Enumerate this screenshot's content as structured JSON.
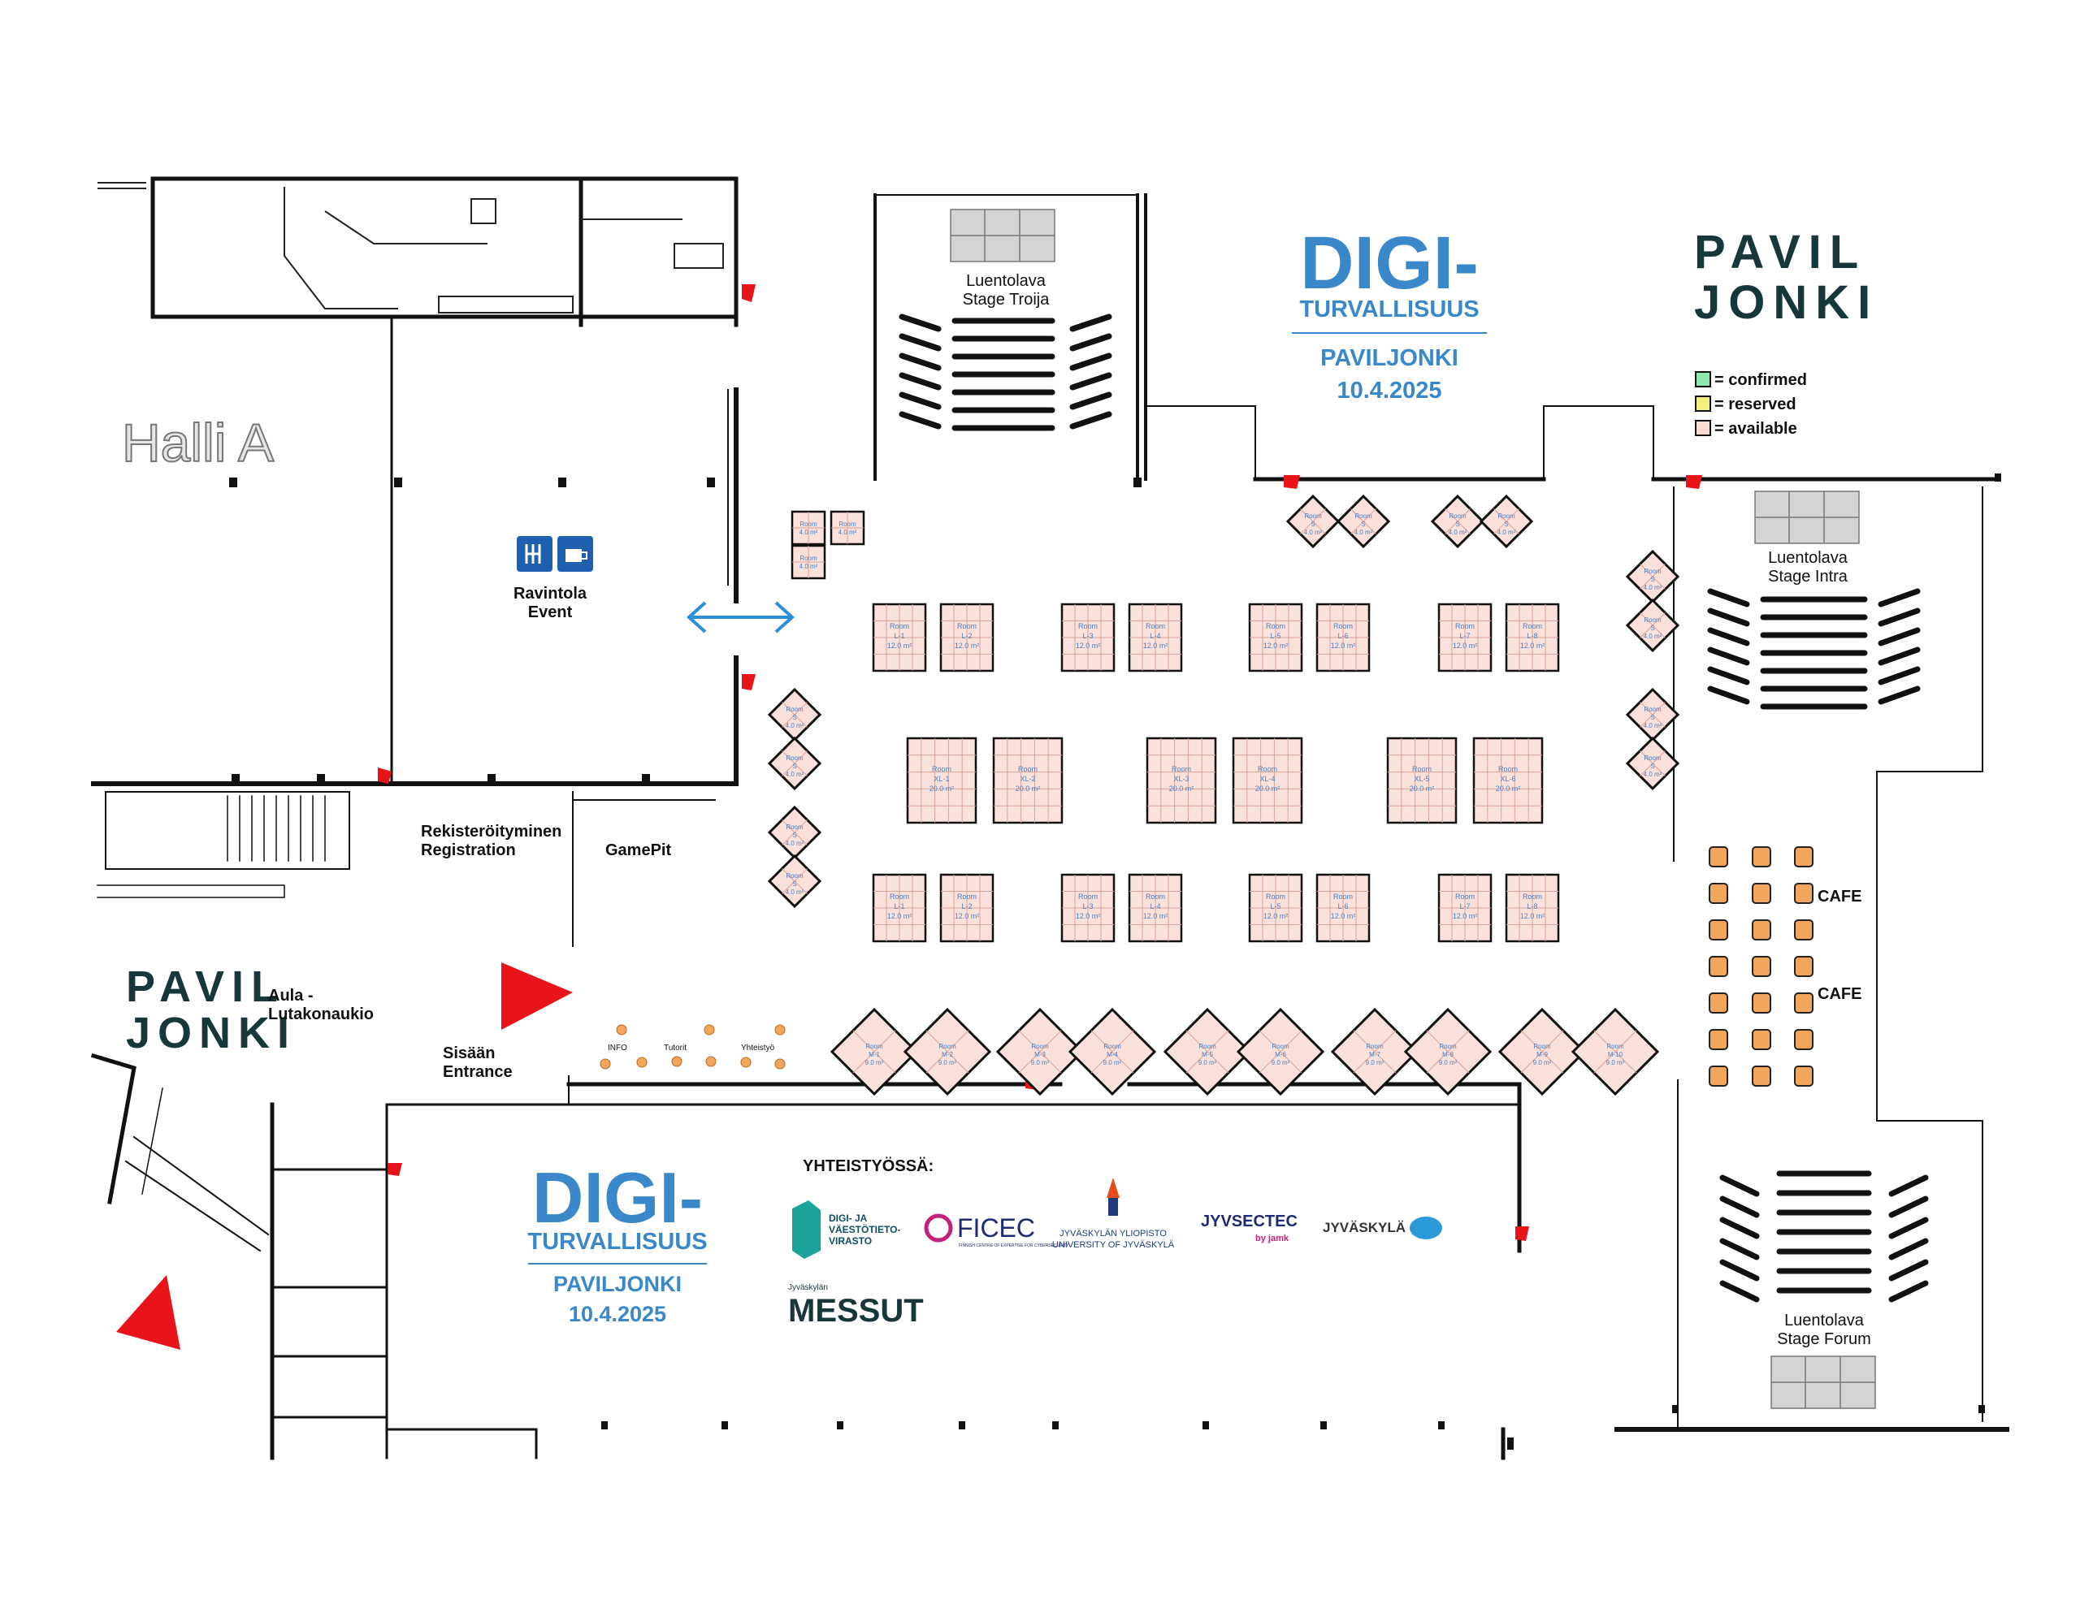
{
  "title": {
    "line1": "DIGI-",
    "line2": "TURVALLISUUS",
    "line3": "PAVILJONKI",
    "date": "10.4.2025"
  },
  "paviljonki_logo": {
    "line1": "PAVIL",
    "line2": "JONKI"
  },
  "legend": [
    {
      "label": "= confirmed",
      "color": "#8ee8b0"
    },
    {
      "label": "= reserved",
      "color": "#f4ee7a"
    },
    {
      "label": "= available",
      "color": "#f8dcd4"
    }
  ],
  "areas": {
    "halli_a": "Halli A",
    "ravintola": "Ravintola",
    "event": "Event",
    "registration_fi": "Rekisteröityminen",
    "registration_en": "Registration",
    "gamepit": "GamePit",
    "aula": "Aula -",
    "lutakonaukio": "Lutakonaukio",
    "sisaan": "Sisään",
    "entrance": "Entrance",
    "info": "INFO",
    "tutorit": "Tutorit",
    "yhteistyo": "Yhteistyö",
    "cafe1": "CAFE",
    "cafe2": "CAFE"
  },
  "stages": {
    "troija_1": "Luentolava",
    "troija_2": "Stage Troija",
    "intra_1": "Luentolava",
    "intra_2": "Stage Intra",
    "forum_1": "Luentolava",
    "forum_2": "Stage Forum"
  },
  "booths": {
    "room_word": "Room",
    "l_area": "12.0 m²",
    "xl_area": "20.0 m²",
    "m_area": "9.0 m²",
    "s_area": "4.0 m²",
    "xl_labels": [
      "XL-1",
      "XL-2",
      "XL-3",
      "XL-4",
      "XL-5",
      "XL-6"
    ],
    "m_labels": [
      "M-1",
      "M-2",
      "M-3",
      "M-4",
      "M-5",
      "M-6",
      "M-7",
      "M-8",
      "M-9",
      "M-10"
    ]
  },
  "partners": {
    "heading": "YHTEISTYÖSSÄ:",
    "dvv_1": "DIGI- JA",
    "dvv_2": "VÄESTÖTIETO-",
    "dvv_3": "VIRASTO",
    "ficec": "FICEC",
    "ficec_sub": "FINNISH CENTRE OF EXPERTISE FOR CYBERSECURITY",
    "jyu_1": "JYVÄSKYLÄN YLIOPISTO",
    "jyu_2": "UNIVERSITY OF JYVÄSKYLÄ",
    "jyvsectec": "JYVSECTEC",
    "jyvsectec_sub": "by jamk",
    "jyvaskyla": "JYVÄSKYLÄ",
    "messut_1": "Jyväskylän",
    "messut_2": "MESSUT"
  },
  "colors": {
    "brand_blue": "#3a88c9",
    "dark_teal": "#17373b",
    "booth_fill": "#fbe1dc",
    "booth_text": "#4a7fc1",
    "red_marker": "#e8141a",
    "cafe_orange": "#f2a55c"
  }
}
